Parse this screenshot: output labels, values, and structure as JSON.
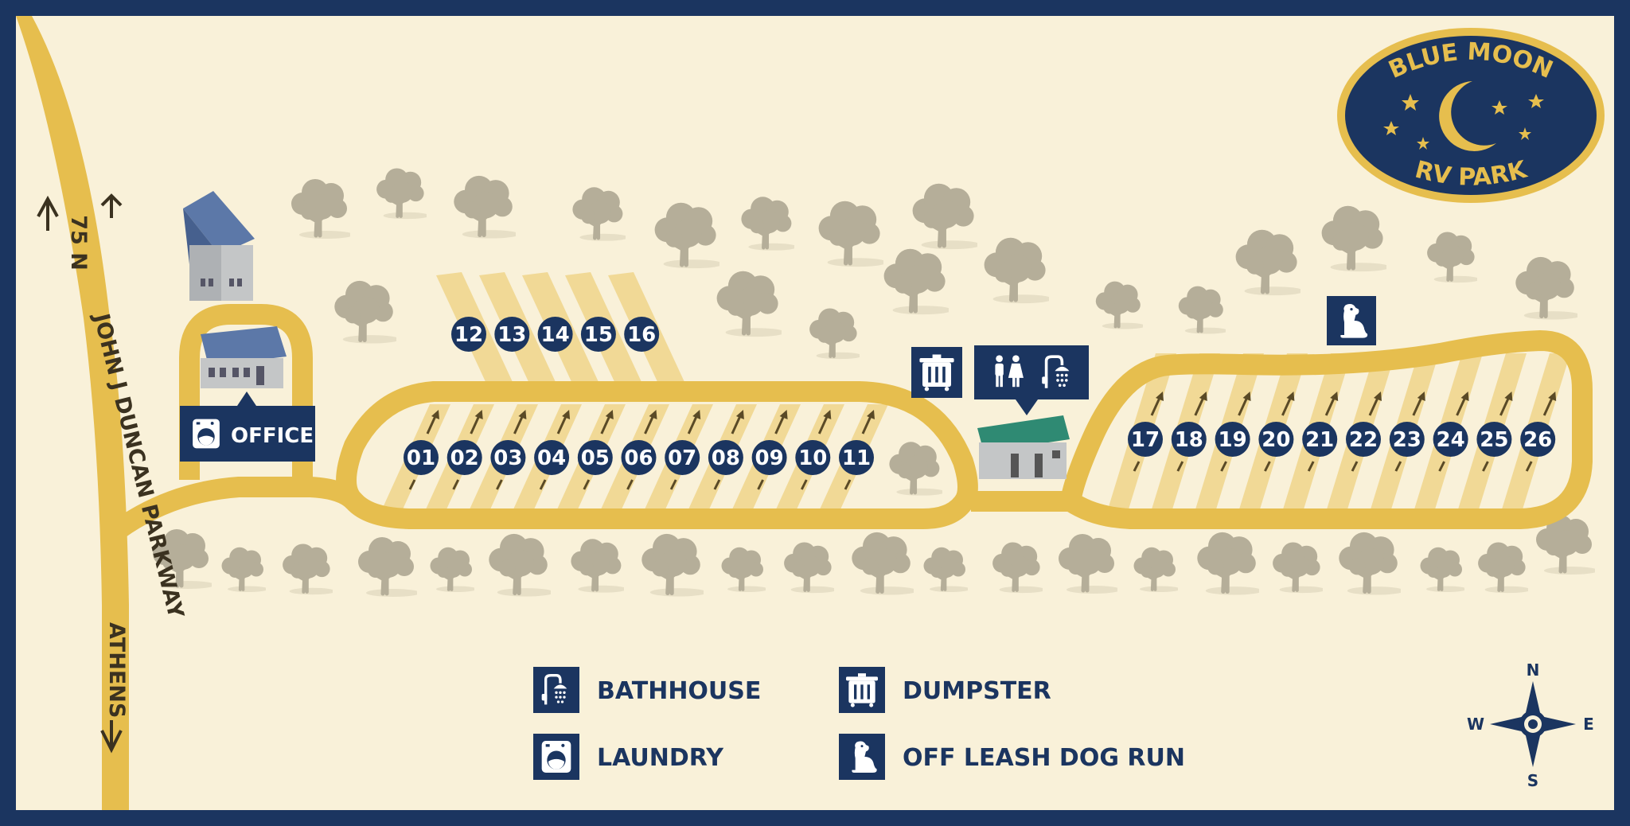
{
  "colors": {
    "frame": "#1b3560",
    "background": "#f9f1d9",
    "road": "#e6be4e",
    "site_stripe": "#f1d996",
    "navy": "#1b3560",
    "tree": "#b5ae99",
    "gold": "#e6be4e"
  },
  "logo": {
    "line1": "BLUE MOON",
    "line2": "RV PARK",
    "icon": "crescent-moon-icon"
  },
  "road": {
    "direction_label": "75 N",
    "name": "JOHN J DUNCAN PARKWAY",
    "destination": "ATHENS"
  },
  "office": {
    "label": "OFFICE",
    "icon": "laundry-icon"
  },
  "amenities": {
    "dumpster_icon": "dumpster-icon",
    "restroom_icon": "restroom-icon",
    "shower_icon": "shower-icon",
    "dog_run_icon": "dog-icon"
  },
  "sites": {
    "row_a": [
      "01",
      "02",
      "03",
      "04",
      "05",
      "06",
      "07",
      "08",
      "09",
      "10",
      "11"
    ],
    "row_b": [
      "12",
      "13",
      "14",
      "15",
      "16"
    ],
    "row_c": [
      "17",
      "18",
      "19",
      "20",
      "21",
      "22",
      "23",
      "24",
      "25",
      "26"
    ]
  },
  "legend": [
    {
      "icon": "shower-icon",
      "label": "BATHHOUSE"
    },
    {
      "icon": "dumpster-icon",
      "label": "DUMPSTER"
    },
    {
      "icon": "laundry-icon",
      "label": "LAUNDRY"
    },
    {
      "icon": "dog-icon",
      "label": "OFF LEASH DOG RUN"
    }
  ],
  "compass": {
    "n": "N",
    "s": "S",
    "e": "E",
    "w": "W"
  }
}
